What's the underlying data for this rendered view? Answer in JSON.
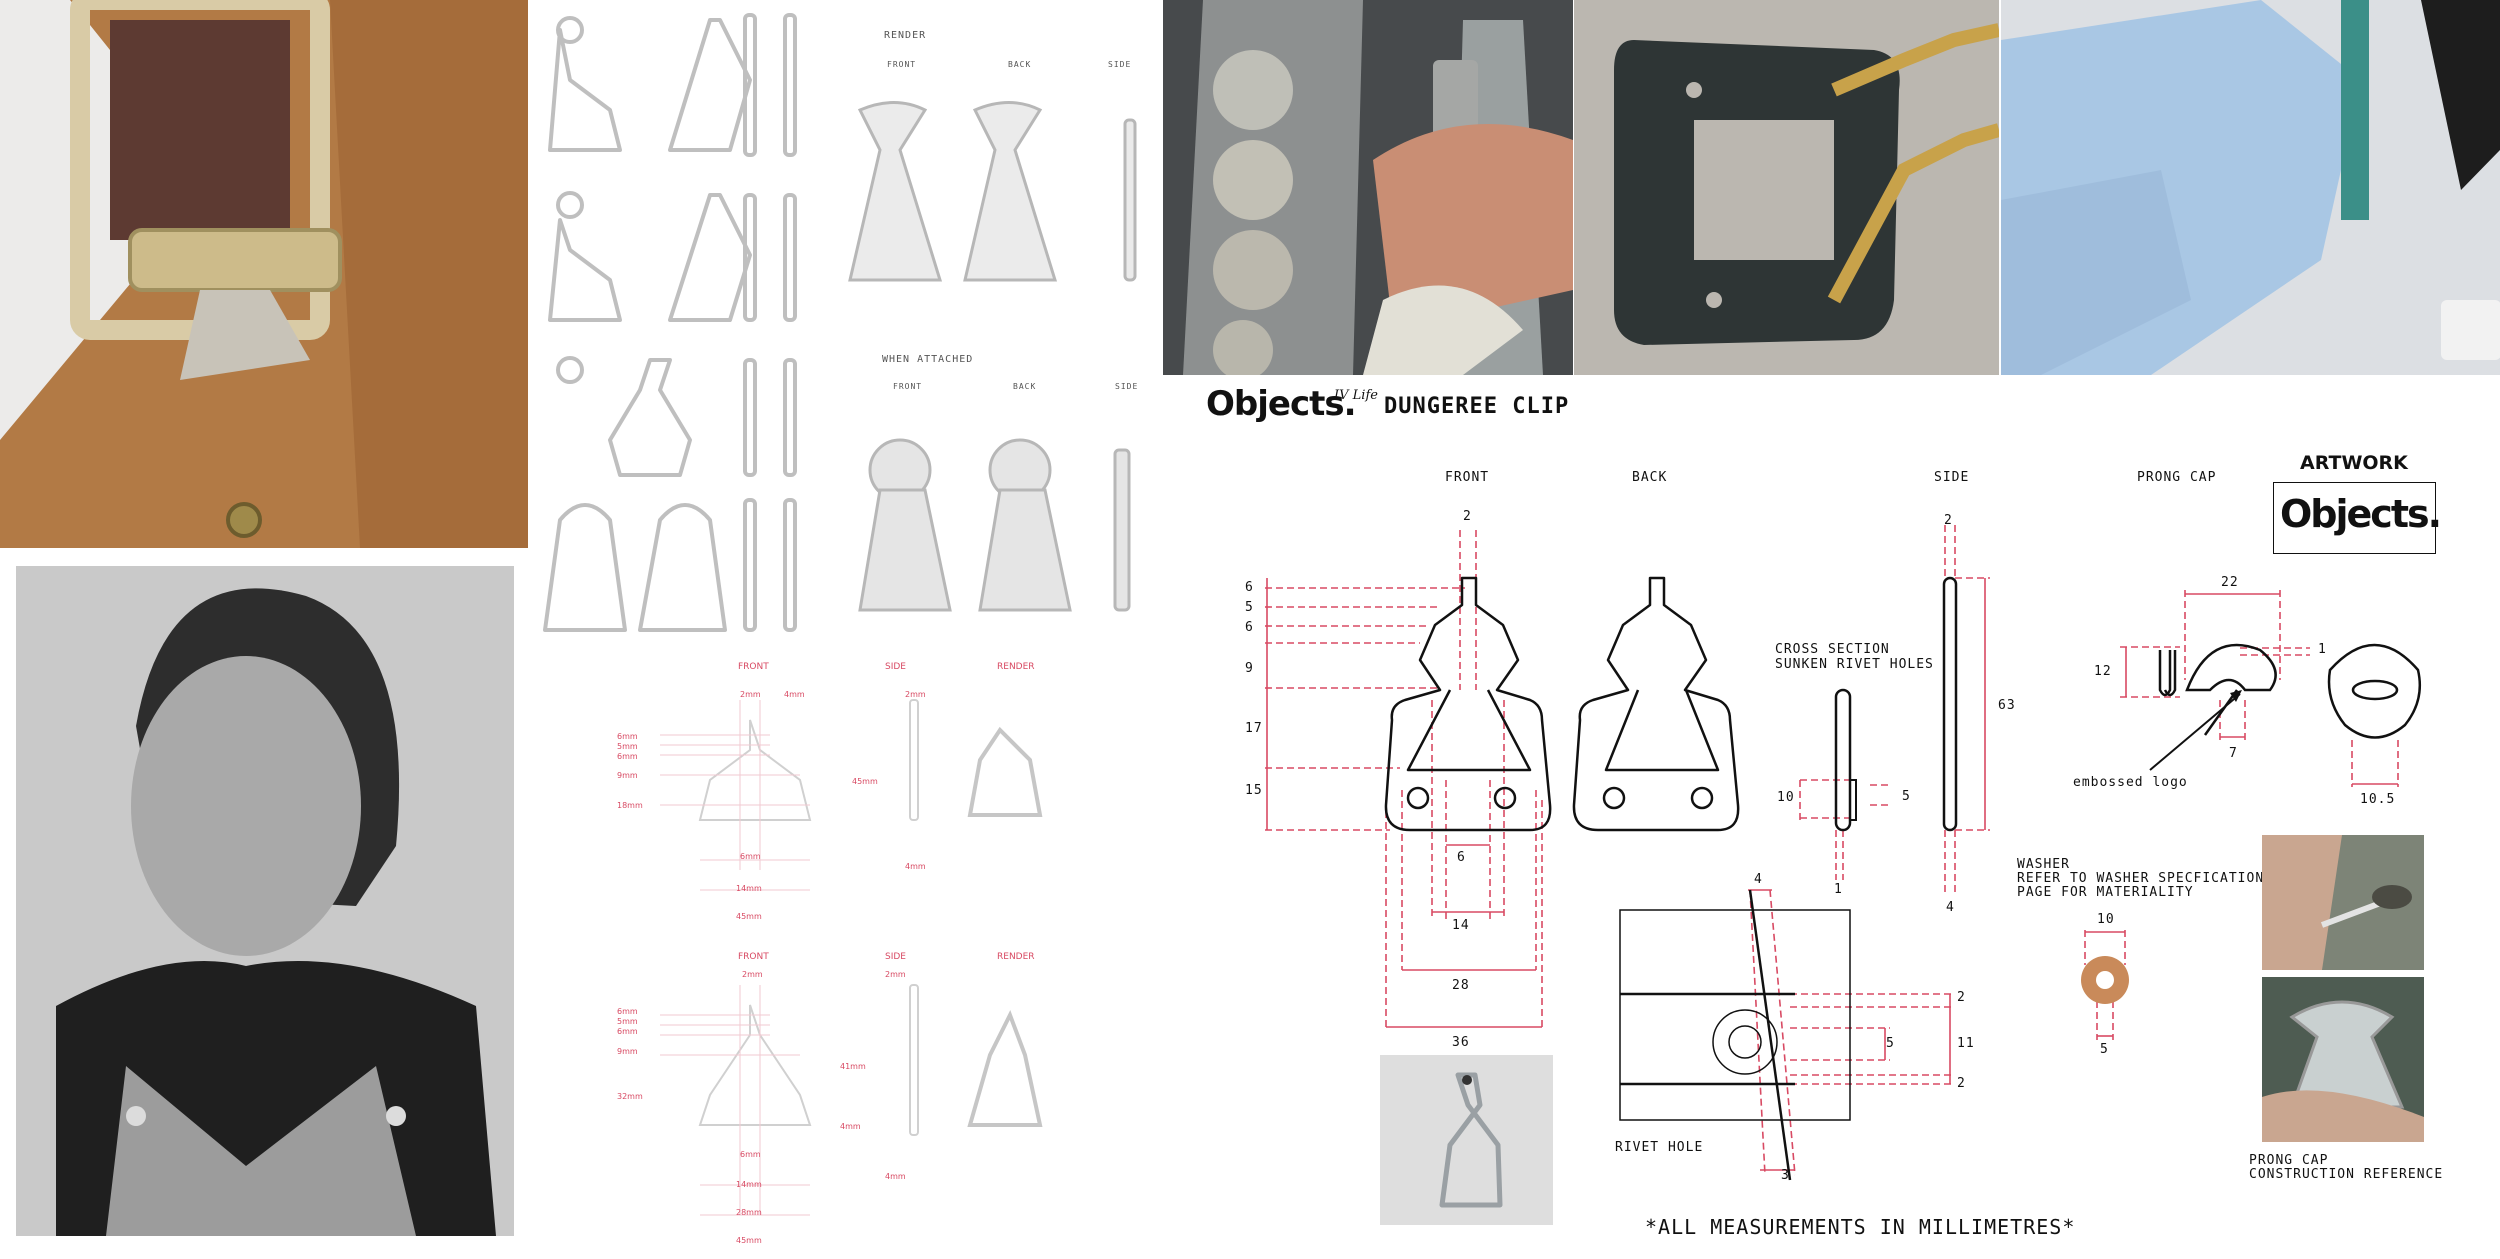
{
  "brand": {
    "logo_text": "Objects.",
    "logo_suffix": "IV Life",
    "title": "DUNGEREE CLIP",
    "artwork_logo_text": "Objects."
  },
  "left_sheet": {
    "render_title": "RENDER",
    "render_views": [
      "FRONT",
      "BACK",
      "SIDE"
    ],
    "attached_title": "WHEN ATTACHED",
    "attached_views": [
      "FRONT",
      "BACK",
      "SIDE"
    ],
    "sketch1_headers": [
      "FRONT",
      "SIDE",
      "RENDER"
    ],
    "sketch1_dims": [
      "2mm",
      "4mm",
      "6mm",
      "5mm",
      "6mm",
      "9mm",
      "18mm",
      "45mm",
      "2mm",
      "4mm",
      "6mm",
      "14mm",
      "45mm"
    ],
    "sketch2_headers": [
      "FRONT",
      "SIDE",
      "RENDER"
    ],
    "sketch2_dims": [
      "2mm",
      "6mm",
      "5mm",
      "6mm",
      "9mm",
      "32mm",
      "41mm",
      "4mm",
      "2mm",
      "4mm",
      "6mm",
      "14mm",
      "28mm",
      "45mm"
    ]
  },
  "drawing": {
    "headers": {
      "front": "FRONT",
      "back": "BACK",
      "side": "SIDE",
      "prong_cap": "PRONG CAP",
      "artwork": "ARTWORK"
    },
    "front_left_dims": [
      "6",
      "5",
      "6",
      "9",
      "17",
      "15"
    ],
    "front_top_dim": "2",
    "front_bottom_dims": [
      "6",
      "14",
      "28",
      "36"
    ],
    "cross_section": [
      "CROSS SECTION",
      "SUNKEN RIVET HOLES"
    ],
    "cross_dims": [
      "10",
      "5",
      "1"
    ],
    "side_dims": [
      "2",
      "63",
      "4"
    ],
    "prong_dims": [
      "22",
      "12",
      "1",
      "7",
      "10.5"
    ],
    "embossed_label": "embossed logo",
    "washer_text": [
      "WASHER",
      "REFER TO WASHER SPECFICATIONS",
      "PAGE FOR MATERIALITY"
    ],
    "washer_dims": [
      "10",
      "5"
    ],
    "rivet_dims": [
      "4",
      "2",
      "5",
      "11",
      "2",
      "3"
    ],
    "rivet_label": "RIVET HOLE",
    "prong_reference": [
      "PRONG CAP",
      "CONSTRUCTION REFERENCE"
    ],
    "footer": "*ALL MEASUREMENTS IN MILLIMETRES*"
  },
  "colors": {
    "dimension": "#d84a63",
    "ink": "#111111",
    "washer": "#c98a5a",
    "canvas": "#a36a36"
  }
}
